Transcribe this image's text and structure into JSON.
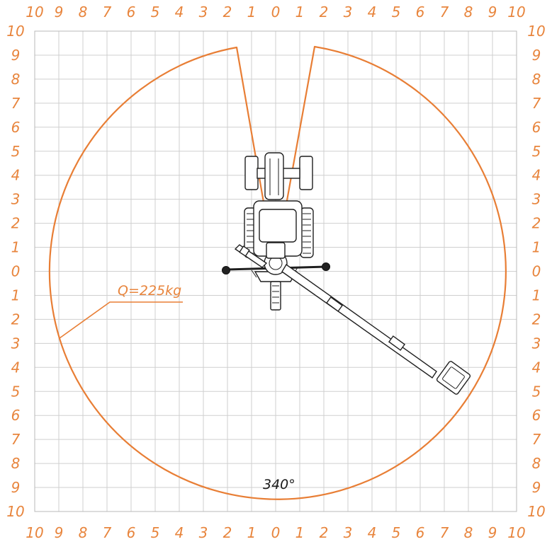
{
  "axes": {
    "top_labels": [
      "10",
      "9",
      "8",
      "7",
      "6",
      "5",
      "4",
      "3",
      "2",
      "1",
      "0",
      "1",
      "2",
      "3",
      "4",
      "5",
      "6",
      "7",
      "8",
      "9",
      "10"
    ],
    "bottom_labels": [
      "10",
      "9",
      "8",
      "7",
      "6",
      "5",
      "4",
      "3",
      "2",
      "1",
      "0",
      "1",
      "2",
      "3",
      "4",
      "5",
      "6",
      "7",
      "8",
      "9",
      "10"
    ],
    "left_labels": [
      "10",
      "9",
      "8",
      "7",
      "6",
      "5",
      "4",
      "3",
      "2",
      "1",
      "0",
      "1",
      "2",
      "3",
      "4",
      "5",
      "6",
      "7",
      "8",
      "9",
      "10"
    ],
    "right_labels": [
      "10",
      "9",
      "8",
      "7",
      "6",
      "5",
      "4",
      "3",
      "2",
      "1",
      "0",
      "1",
      "2",
      "3",
      "4",
      "5",
      "6",
      "7",
      "8",
      "9",
      "10"
    ]
  },
  "working_area": {
    "load_label": "Q=225kg",
    "rotation_label": "340°",
    "radius_m": 9.5,
    "rotation_deg": 340,
    "envelope_color": "#e87e35"
  },
  "machine": {
    "boom_angle_deg": -33,
    "boom_length_m": 7.5
  }
}
